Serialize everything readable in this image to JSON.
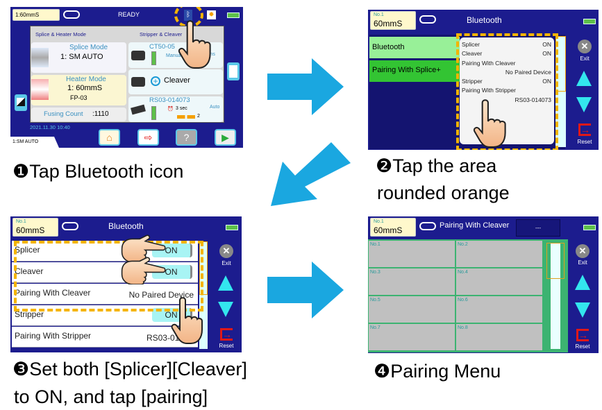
{
  "step1": {
    "mode_box": "1:60mmS",
    "status": "READY",
    "left_header": "Splice & Heater Mode",
    "splice_mode_title": "Splice Mode",
    "splice_mode_value": "1: SM AUTO",
    "heater_mode_title": "Heater Mode",
    "heater_mode_value": "1: 60mmS",
    "heater_sleeve": "FP-03",
    "fusing_count_label": "Fusing Count",
    "fusing_count_value": ":1110",
    "right_header": "Stripper & Cleaver",
    "cleaver_device": "CT50-05",
    "cleaver_mode": "Manual",
    "cleaver_extra": "ains",
    "cleaver_pct": "%",
    "cleaver_add": "Cleaver",
    "stripper_device": "RS03-014073",
    "stripper_time": "3 sec",
    "stripper_mode": "Auto",
    "stripper_level": "2",
    "datetime": "2021.11.30 10:40",
    "bottom_tab": "1:SM AUTO",
    "help_label": "?"
  },
  "step2": {
    "mode_no": "No.1",
    "mode_value": "60mmS",
    "title": "Bluetooth",
    "menu": [
      "Bluetooth",
      "Pairing With Splice+"
    ],
    "popup": {
      "splicer_label": "Splicer",
      "splicer_value": "ON",
      "cleaver_label": "Cleaver",
      "cleaver_value": "ON",
      "pair_cleaver_label": "Pairing With Cleaver",
      "pair_cleaver_value": "No Paired Device",
      "stripper_label": "Stripper",
      "stripper_value": "ON",
      "pair_stripper_label": "Pairing With Stripper",
      "pair_stripper_value": "RS03-014073"
    },
    "exit_label": "Exit",
    "reset_label": "Reset"
  },
  "step3": {
    "mode_no": "No.1",
    "mode_value": "60mmS",
    "title": "Bluetooth",
    "rows": [
      {
        "label": "Splicer",
        "value": "ON"
      },
      {
        "label": "Cleaver",
        "value": "ON"
      },
      {
        "label": "Pairing With Cleaver",
        "value": "No Paired Device"
      },
      {
        "label": "Stripper",
        "value": "ON"
      },
      {
        "label": "Pairing With Stripper",
        "value": "RS03-014"
      }
    ],
    "exit_label": "Exit",
    "reset_label": "Reset"
  },
  "step4": {
    "mode_no": "No.1",
    "mode_value": "60mmS",
    "title": "Pairing With Cleaver",
    "device_box": "---",
    "slots": [
      "No.1",
      "No.2",
      "No.3",
      "No.4",
      "No.5",
      "No.6",
      "No.7",
      "No.8"
    ],
    "exit_label": "Exit",
    "reset_label": "Reset"
  },
  "captions": {
    "step1": "❶Tap Bluetooth icon",
    "step2_line1": "❷Tap the area",
    "step2_line2": "rounded orange",
    "step3_line1": "❸Set both [Splicer][Cleaver]",
    "step3_line2": "to ON, and tap [pairing]",
    "step4": "❹Pairing Menu"
  },
  "colors": {
    "screen_bg": "#1c1c8e",
    "highlight": "#f5b400",
    "arrow": "#1aa7e0",
    "on_toggle": "#a8f4f4"
  }
}
